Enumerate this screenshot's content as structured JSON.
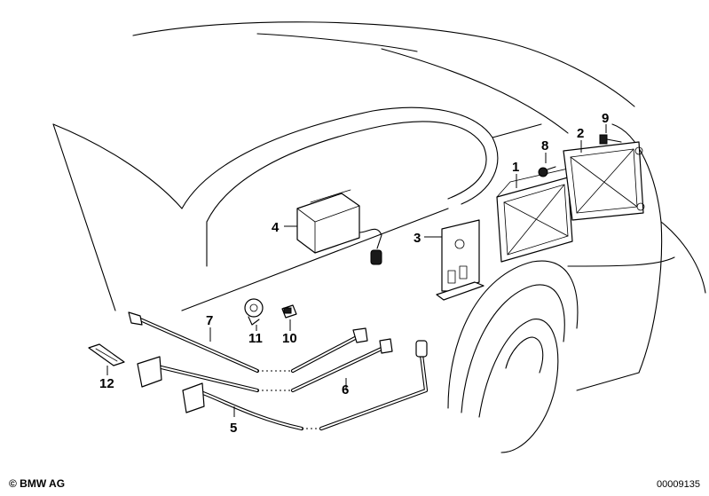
{
  "callouts": {
    "c1": "1",
    "c2": "2",
    "c3": "3",
    "c4": "4",
    "c5": "5",
    "c6": "6",
    "c7": "7",
    "c8": "8",
    "c9": "9",
    "c10": "10",
    "c11": "11",
    "c12": "12"
  },
  "footer": {
    "brand": "© BMW AG",
    "doc_number": "00009135"
  }
}
